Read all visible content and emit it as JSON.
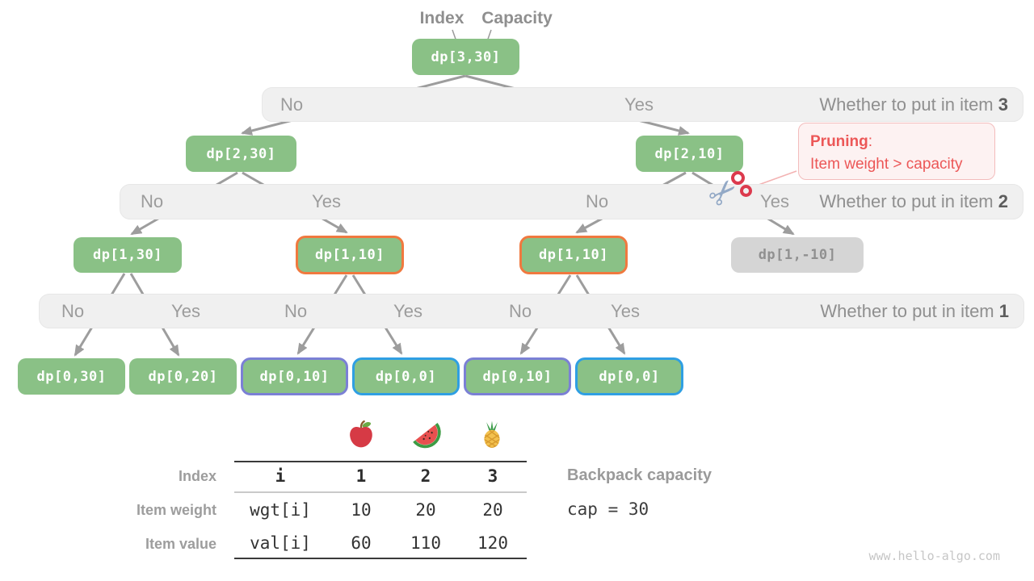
{
  "pointer_labels": {
    "index": "Index",
    "capacity": "Capacity"
  },
  "nodes": {
    "root": "dp[3,30]",
    "l2_no": "dp[2,30]",
    "l2_yes": "dp[2,10]",
    "l3_a": "dp[1,30]",
    "l3_b": "dp[1,10]",
    "l3_c": "dp[1,10]",
    "l3_pruned": "dp[1,-10]",
    "l4_a": "dp[0,30]",
    "l4_b": "dp[0,20]",
    "l4_c": "dp[0,10]",
    "l4_d": "dp[0,0]",
    "l4_e": "dp[0,10]",
    "l4_f": "dp[0,0]"
  },
  "bars": {
    "item3": {
      "no": "No",
      "yes": "Yes",
      "question": "Whether to put in item ",
      "num": "3"
    },
    "item2": {
      "no1": "No",
      "yes1": "Yes",
      "no2": "No",
      "yes2": "Yes",
      "question": "Whether to put in item ",
      "num": "2"
    },
    "item1": {
      "no1": "No",
      "yes1": "Yes",
      "no2": "No",
      "yes2": "Yes",
      "no3": "No",
      "yes3": "Yes",
      "question": "Whether to put in item ",
      "num": "1"
    }
  },
  "pruning": {
    "title": "Pruning",
    "colon": ":",
    "body": "Item weight > capacity"
  },
  "icons": {
    "scissors": "✂",
    "fruits": [
      "apple-icon",
      "watermelon-icon",
      "pineapple-icon"
    ]
  },
  "table": {
    "row_headers": [
      "Index",
      "Item weight",
      "Item value"
    ],
    "header_row": [
      "i",
      "1",
      "2",
      "3"
    ],
    "weight_row": [
      "wgt[i]",
      "10",
      "20",
      "20"
    ],
    "value_row": [
      "val[i]",
      "60",
      "110",
      "120"
    ]
  },
  "capacity_info": {
    "label": "Backpack capacity",
    "code": "cap = 30"
  },
  "watermark": "www.hello-algo.com",
  "colors": {
    "node_green": "#8ac186",
    "node_gray": "#d5d5d5",
    "orange_border": "#f0793f",
    "purple_border": "#7b80d5",
    "blue_border": "#2f9fe3",
    "bar_bg": "#f0f0f0",
    "arrow_gray": "#9d9d9d",
    "pruning_red": "#ec5757",
    "pruning_bg": "#fdf2f2",
    "pruning_border": "#f3bcbc"
  }
}
